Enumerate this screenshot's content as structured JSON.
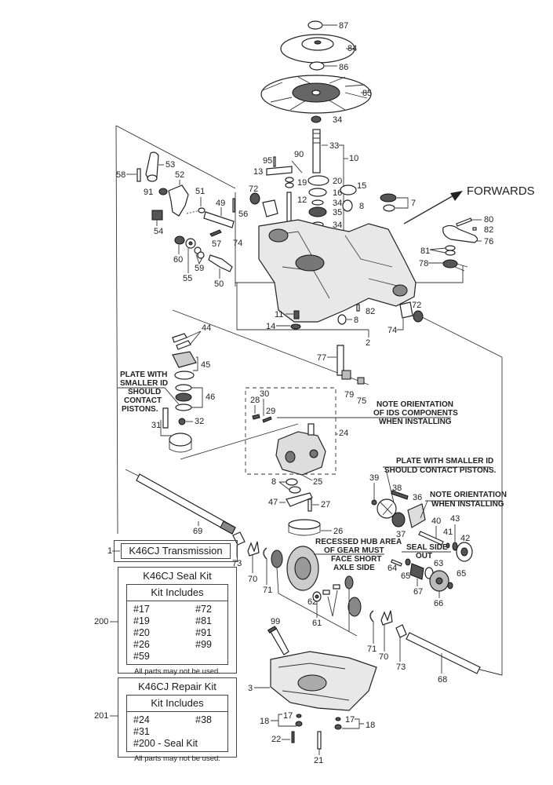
{
  "diagram": {
    "title": "K46CJ Transmission exploded parts diagram",
    "direction_label": "FORWARDS",
    "notes": {
      "plate_left": [
        "PLATE WITH",
        "SMALLER ID",
        "SHOULD",
        "CONTACT",
        "PISTONS."
      ],
      "ids_orientation": [
        "NOTE ORIENTATION",
        "OF IDS COMPONENTS",
        "WHEN INSTALLING"
      ],
      "plate_right": [
        "PLATE WITH SMALLER ID",
        "SHOULD CONTACT PISTONS."
      ],
      "orientation_right": [
        "NOTE ORIENTATION",
        "WHEN INSTALLING"
      ],
      "recessed_hub": [
        "RECESSED HUB AREA",
        "OF GEAR MUST",
        "FACE SHORT",
        "AXLE SIDE"
      ],
      "seal_side": [
        "SEAL SIDE",
        "OUT"
      ]
    },
    "part_labels": {
      "p87": "87",
      "p84": "84",
      "p86": "86",
      "p85": "85",
      "p34a": "34",
      "p33": "33",
      "p10": "10",
      "p95": "95",
      "p90": "90",
      "p13": "13",
      "p19": "19",
      "p20": "20",
      "p16": "16",
      "p34b": "34",
      "p35": "35",
      "p34c": "34",
      "p15": "15",
      "p8a": "8",
      "p12": "12",
      "p7": "7",
      "p58": "58",
      "p53": "53",
      "p52": "52",
      "p91": "91",
      "p51": "51",
      "p49": "49",
      "p56": "56",
      "p72a": "72",
      "p74a": "74",
      "p54": "54",
      "p57": "57",
      "p60": "60",
      "p55": "55",
      "p59": "59",
      "p50": "50",
      "p80": "80",
      "p82a": "82",
      "p76": "76",
      "p81": "81",
      "p78": "78",
      "p11": "11",
      "p14": "14",
      "p82b": "82",
      "p8b": "8",
      "p2": "2",
      "p74b": "74",
      "p72b": "72",
      "p44": "44",
      "p45": "45",
      "p46": "46",
      "p31": "31",
      "p32": "32",
      "p77": "77",
      "p79": "79",
      "p75": "75",
      "p28": "28",
      "p30": "30",
      "p29": "29",
      "p24": "24",
      "p25": "25",
      "p8c": "8",
      "p47": "47",
      "p27": "27",
      "p26": "26",
      "p39": "39",
      "p38": "38",
      "p36": "36",
      "p37": "37",
      "p40": "40",
      "p41": "41",
      "p43": "43",
      "p42": "42",
      "p64": "64",
      "p65a": "65",
      "p67": "67",
      "p63": "63",
      "p66": "66",
      "p65b": "65",
      "p69": "69",
      "p73a": "73",
      "p70a": "70",
      "p71a": "71",
      "p62": "62",
      "p61": "61",
      "p71b": "71",
      "p70b": "70",
      "p73b": "73",
      "p68": "68",
      "p99": "99",
      "p3": "3",
      "p17a": "17",
      "p18a": "18",
      "p22": "22",
      "p21": "21",
      "p17b": "17",
      "p18b": "18",
      "p1": "1",
      "p200": "200",
      "p201": "201"
    }
  },
  "kits": {
    "transmission": {
      "name": "K46CJ Transmission"
    },
    "seal_kit": {
      "title": "K46CJ Seal Kit",
      "header": "Kit Includes",
      "left": [
        "#17",
        "#19",
        "#20",
        "#26",
        "#59"
      ],
      "right": [
        "#72",
        "#81",
        "#91",
        "#99",
        ""
      ],
      "footer": "All parts may not be used."
    },
    "repair_kit": {
      "title": "K46CJ Repair Kit",
      "header": "Kit Includes",
      "left": [
        "#24",
        "#31",
        "#200 - Seal Kit"
      ],
      "right": [
        "#38",
        "",
        ""
      ],
      "footer": "All parts may not be used."
    }
  }
}
